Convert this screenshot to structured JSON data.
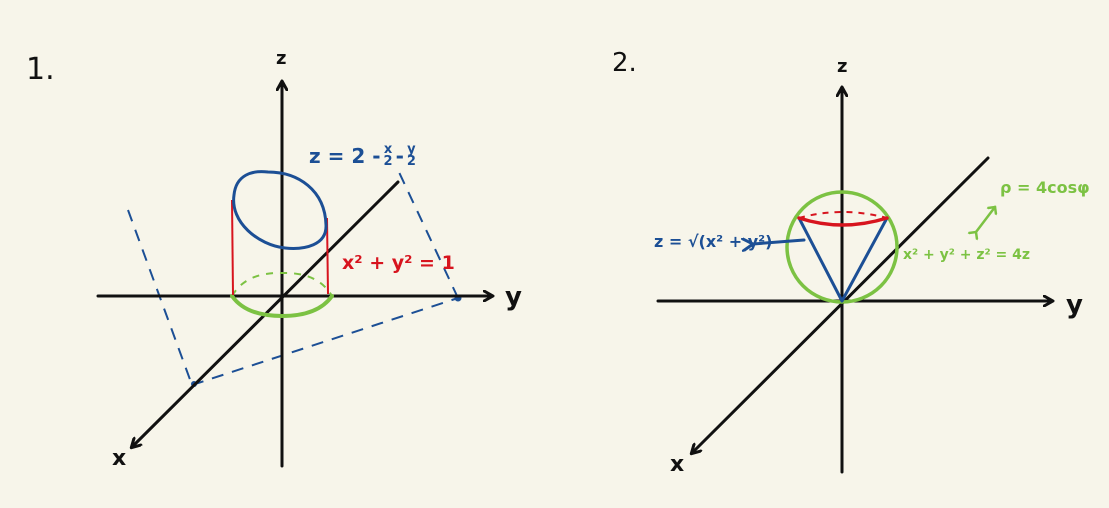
{
  "colors": {
    "background": "#f7f5ea",
    "axis": "#111111",
    "blue": "#1c4f95",
    "red": "#d7141e",
    "green": "#7cc243"
  },
  "figure1": {
    "number": "1.",
    "axis_labels": {
      "z": "z",
      "y": "y",
      "x": "x"
    },
    "plane_label": "z = 2 - x/2 - y/2",
    "plane_label_parts": {
      "lhs": "z = 2 -",
      "frac1_num": "x",
      "frac1_den": "2",
      "minus": "-",
      "frac2_num": "y",
      "frac2_den": "2"
    },
    "cylinder_label": "x² + y² = 1"
  },
  "figure2": {
    "number": "2.",
    "axis_labels": {
      "z": "z",
      "y": "y",
      "x": "x"
    },
    "cone_label": "z = √(x² + y²)",
    "sphere_label": "x² + y² + z² = 4z",
    "spherical_label": "ρ = 4cosφ"
  }
}
